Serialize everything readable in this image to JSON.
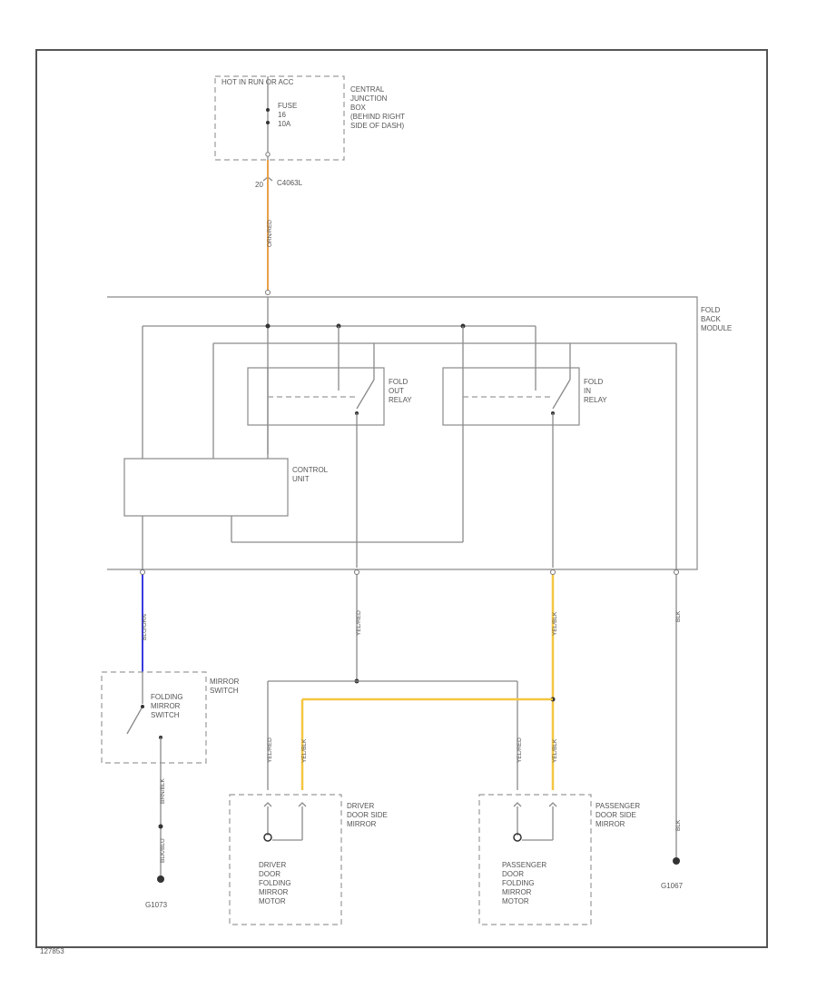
{
  "fuse_source": {
    "header": "HOT IN RUN OR ACC",
    "label": "FUSE\n16\n10A"
  },
  "junction_box": {
    "label": "CENTRAL\nJUNCTION\nBOX\n(BEHIND RIGHT\nSIDE OF DASH)"
  },
  "connector_top": {
    "pin": "20",
    "name": "C4063L"
  },
  "fold_back_module": {
    "label": "FOLD\nBACK\nMODULE"
  },
  "fold_out_relay": {
    "label": "FOLD\nOUT\nRELAY"
  },
  "fold_in_relay": {
    "label": "FOLD\nIN\nRELAY"
  },
  "control_unit": {
    "label": "CONTROL\nUNIT"
  },
  "mirror_switch": {
    "label": "MIRROR\nSWITCH",
    "inner_label": "FOLDING\nMIRROR\nSWITCH"
  },
  "driver_mirror": {
    "label": "DRIVER\nDOOR SIDE\nMIRROR",
    "motor_label": "DRIVER\nDOOR\nFOLDING\nMIRROR\nMOTOR"
  },
  "passenger_mirror": {
    "label": "PASSENGER\nDOOR SIDE\nMIRROR",
    "motor_label": "PASSENGER\nDOOR\nFOLDING\nMIRROR\nMOTOR"
  },
  "grounds": {
    "left": "G1073",
    "right": "G1067"
  },
  "wire_colors": {
    "orange": "#e8a04a",
    "blue": "#3a3ae0",
    "yellow": "#f5c542",
    "gray": "#8a8a8a",
    "frame": "#555555"
  },
  "wire_labels": {
    "feed": "ORN/RED",
    "switch_blue": "BLU/ORN",
    "yel_red_1": "YEL/RED",
    "yel_blk_1": "YEL/BLK",
    "blk_right": "BLK",
    "drv_a": "YEL/RED",
    "drv_b": "YEL/BLK",
    "pas_a": "YEL/RED",
    "pas_b": "YEL/BLK",
    "switch_gnd": "BRN/BLK",
    "switch_gnd2": "BLK/BLU",
    "gnd_right_2": "BLK"
  },
  "footer_code": "127853"
}
